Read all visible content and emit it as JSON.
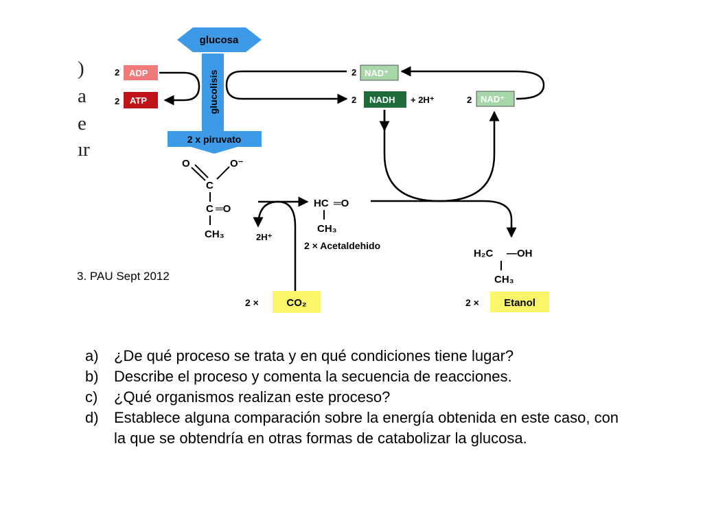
{
  "diagram": {
    "glucosa": "glucosa",
    "glucolisis": "glucolisis",
    "piruvato": "2 x piruvato",
    "two": "2",
    "adp": "ADP",
    "atp": "ATP",
    "nad_top": "NAD⁺",
    "nadh": "NADH",
    "plus_2h": "+ 2H⁺",
    "nad_right": "NAD⁺",
    "pyruvate": {
      "o_left": "O",
      "o_minus": "O⁻",
      "c1": "C",
      "c2": "C",
      "o_right": "═O",
      "ch3": "CH₃"
    },
    "twoh": "2H⁺",
    "acetaldehyde": {
      "hc": "HC",
      "o": "═O",
      "ch3": "CH₃",
      "label": "2 × Acetaldehido"
    },
    "ethanol": {
      "h2c": "H₂C",
      "oh": "—OH",
      "ch3": "CH₃"
    },
    "co2_mult": "2 ×",
    "co2": "CO₂",
    "etanol_mult": "2 ×",
    "etanol": "Etanol",
    "clipped_letters": [
      ")",
      "a",
      "e",
      "ır"
    ]
  },
  "source": "3. PAU Sept 2012",
  "questions": [
    {
      "letter": "a)",
      "text": "¿De qué proceso se trata y en qué condiciones tiene lugar?"
    },
    {
      "letter": "b)",
      "text": "Describe el proceso y comenta la secuencia de reacciones."
    },
    {
      "letter": "c)",
      "text": "¿Qué organismos realizan este proceso?"
    },
    {
      "letter": "d)",
      "text": "Establece alguna comparación sobre la energía obtenida en este caso, con la que se obtendría en otras formas de catabolizar la glucosa."
    }
  ],
  "colors": {
    "blue": "#3d9ae6",
    "adp_fill": "#f07a7a",
    "atp_fill": "#c0141a",
    "nad_fill": "#a7d7a9",
    "nadh_fill": "#1f6b3c",
    "yellow": "#fbf56b"
  }
}
